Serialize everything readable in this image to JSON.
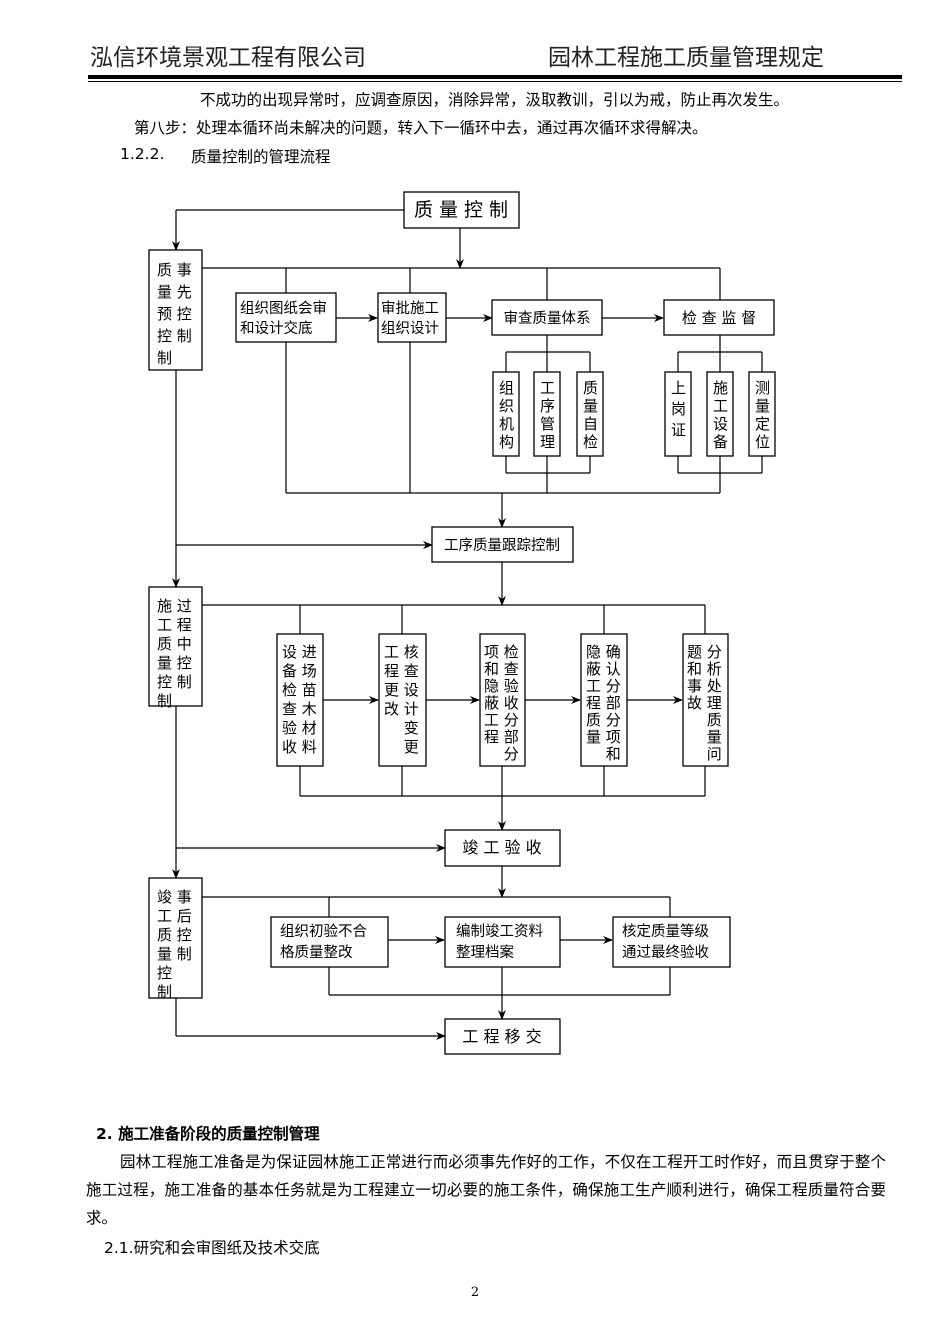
{
  "header": {
    "company": "泓信环境景观工程有限公司",
    "doc_title": "园林工程施工质量管理规定"
  },
  "intro": {
    "line1": "不成功的出现异常时，应调查原因，消除异常，汲取教训，引以为戒，防止再次发生。",
    "line2": "第八步：处理本循环尚未解决的问题，转入下一循环中去，通过再次循环求得解决。",
    "subsection_num": "1.2.2.",
    "subsection_title": "质量控制的管理流程"
  },
  "flowchart": {
    "top": "质 量 控 制",
    "phase_pre": [
      "质 事",
      "量 先",
      "预 控",
      "控 制",
      "制"
    ],
    "phase_mid": [
      "施 过",
      "工 程",
      "质 中",
      "量 控",
      "控 制",
      "制"
    ],
    "phase_post": [
      "竣 事",
      "工 后",
      "质 控",
      "量 制",
      "控",
      "制"
    ],
    "pre_box1": [
      "组织图纸会审",
      "和设计交底"
    ],
    "pre_box2": [
      "审批施工",
      "组织设计"
    ],
    "pre_box3": "审查质量体系",
    "pre_box4": "检 查 监 督",
    "sub_org": [
      "组",
      "织",
      "机",
      "构"
    ],
    "sub_proc": [
      "工",
      "序",
      "管",
      "理"
    ],
    "sub_self": [
      "质",
      "量",
      "自",
      "检"
    ],
    "sub_cert": [
      "上",
      "岗",
      "证"
    ],
    "sub_equip": [
      "施",
      "工",
      "设",
      "备"
    ],
    "sub_survey": [
      "测",
      "量",
      "定",
      "位"
    ],
    "track": "工序质量跟踪控制",
    "mid_box1": [
      "设 进",
      "备 场",
      "检 苗",
      "查 木",
      "验 材",
      "收 料"
    ],
    "mid_box2": [
      "工 核",
      "程 查",
      "更 设",
      "改 计",
      "　 变",
      "　 更"
    ],
    "mid_box3": [
      "项 检",
      "和 查",
      "隐 验",
      "蔽 收",
      "工 分",
      "程 部",
      "　 分"
    ],
    "mid_box4": [
      "隐 确",
      "蔽 认",
      "工 分",
      "程 部",
      "质 分",
      "量 项",
      "　 和"
    ],
    "mid_box5": [
      "题 分",
      "和 析",
      "事 处",
      "故 理",
      "　 质",
      "　 量",
      "　 问"
    ],
    "completion": "竣 工 验 收",
    "post_box1": [
      "组织初验不合",
      "格质量整改"
    ],
    "post_box2": [
      "编制竣工资料",
      "整理档案"
    ],
    "post_box3": [
      "核定质量等级",
      "通过最终验收"
    ],
    "handover": "工 程 移 交"
  },
  "section2": {
    "heading": "2.   施工准备阶段的质量控制管理",
    "paragraph": "园林工程施工准备是为保证园林施工正常进行而必须事先作好的工作，不仅在工程开工时作好，而且贯穿于整个施工过程，施工准备的基本任务就是为工程建立一切必要的施工条件，确保施工生产顺利进行，确保工程质量符合要求。",
    "sub": "2.1.研究和会审图纸及技术交底"
  },
  "page_number": "2"
}
